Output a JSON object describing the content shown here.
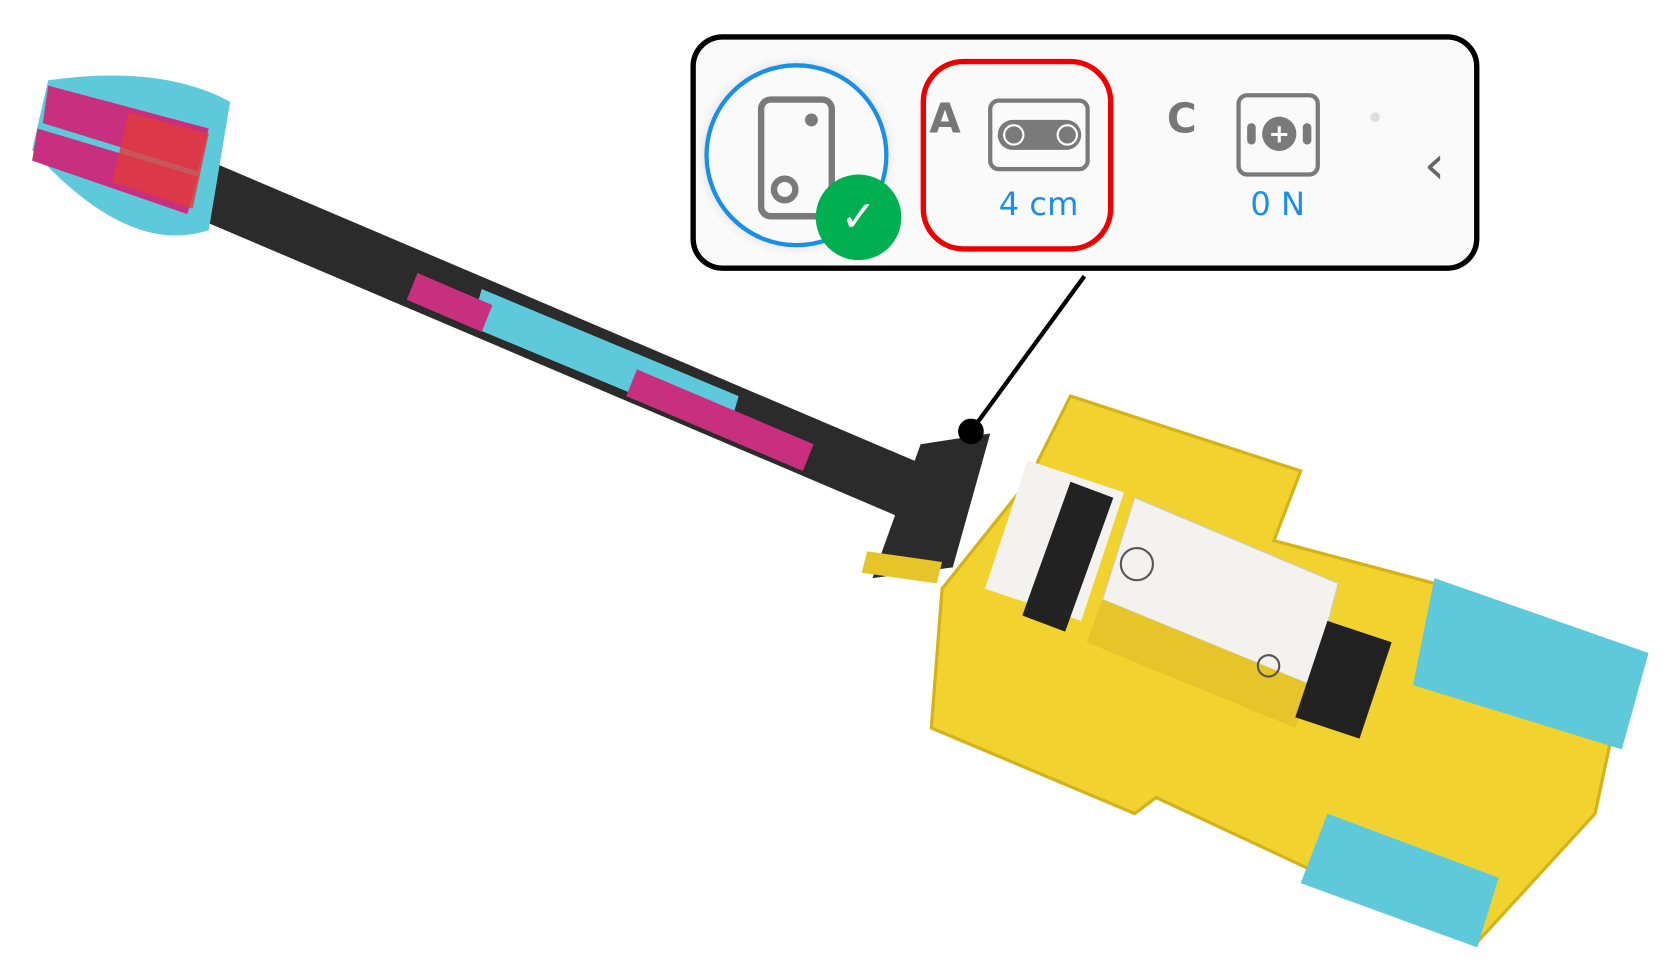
{
  "hub": {
    "icon": "hub-icon",
    "status": "connected",
    "status_icon": "check-icon"
  },
  "ports": [
    {
      "port": "A",
      "device": "distance-sensor",
      "value": "4 cm",
      "highlighted": true
    },
    {
      "port": "C",
      "device": "force-sensor",
      "value": "0 N",
      "highlighted": false
    }
  ],
  "collapse_icon": "chevron-left-icon",
  "colors": {
    "accent": "#1a8fe6",
    "success": "#00b050",
    "highlight": "#ee0000"
  }
}
